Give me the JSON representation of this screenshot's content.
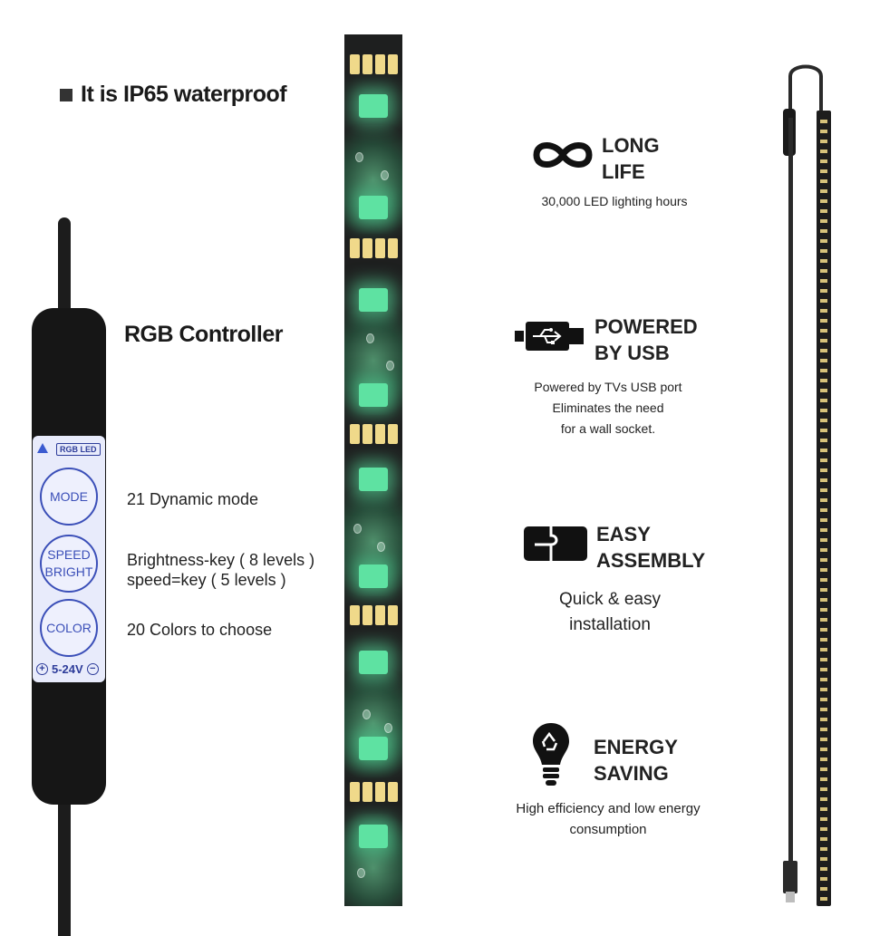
{
  "header": {
    "waterproof_text": "It is IP65 waterproof"
  },
  "controller": {
    "title": "RGB Controller",
    "panel_tag": "RGB LED",
    "keys": {
      "mode": "MODE",
      "speed": "SPEED",
      "bright": "BRIGHT",
      "color": "COLOR"
    },
    "voltage": "5-24V",
    "descriptions": {
      "mode": "21 Dynamic mode",
      "brightness": "Brightness-key ( 8 levels )",
      "speed": "speed=key ( 5 levels )",
      "color": "20 Colors to choose"
    }
  },
  "features": [
    {
      "icon": "infinity-icon",
      "title_line1": "LONG",
      "title_line2": "LIFE",
      "sub": [
        "30,000 LED lighting hours"
      ]
    },
    {
      "icon": "usb-icon",
      "title_line1": "POWERED",
      "title_line2": "BY USB",
      "sub": [
        "Powered by TVs USB port",
        "Eliminates the need",
        "for a wall socket."
      ]
    },
    {
      "icon": "puzzle-icon",
      "title_line1": "EASY",
      "title_line2": "ASSEMBLY",
      "sub": [
        "Quick & easy",
        "installation"
      ]
    },
    {
      "icon": "eco-bulb-icon",
      "title_line1": "ENERGY",
      "title_line2": "SAVING",
      "sub": [
        "High efficiency and low energy",
        "consumption"
      ]
    }
  ],
  "colors": {
    "panel_blue": "#3b4fb8",
    "led_green": "#5ee2a2",
    "strip_black": "#1e1f1f"
  }
}
